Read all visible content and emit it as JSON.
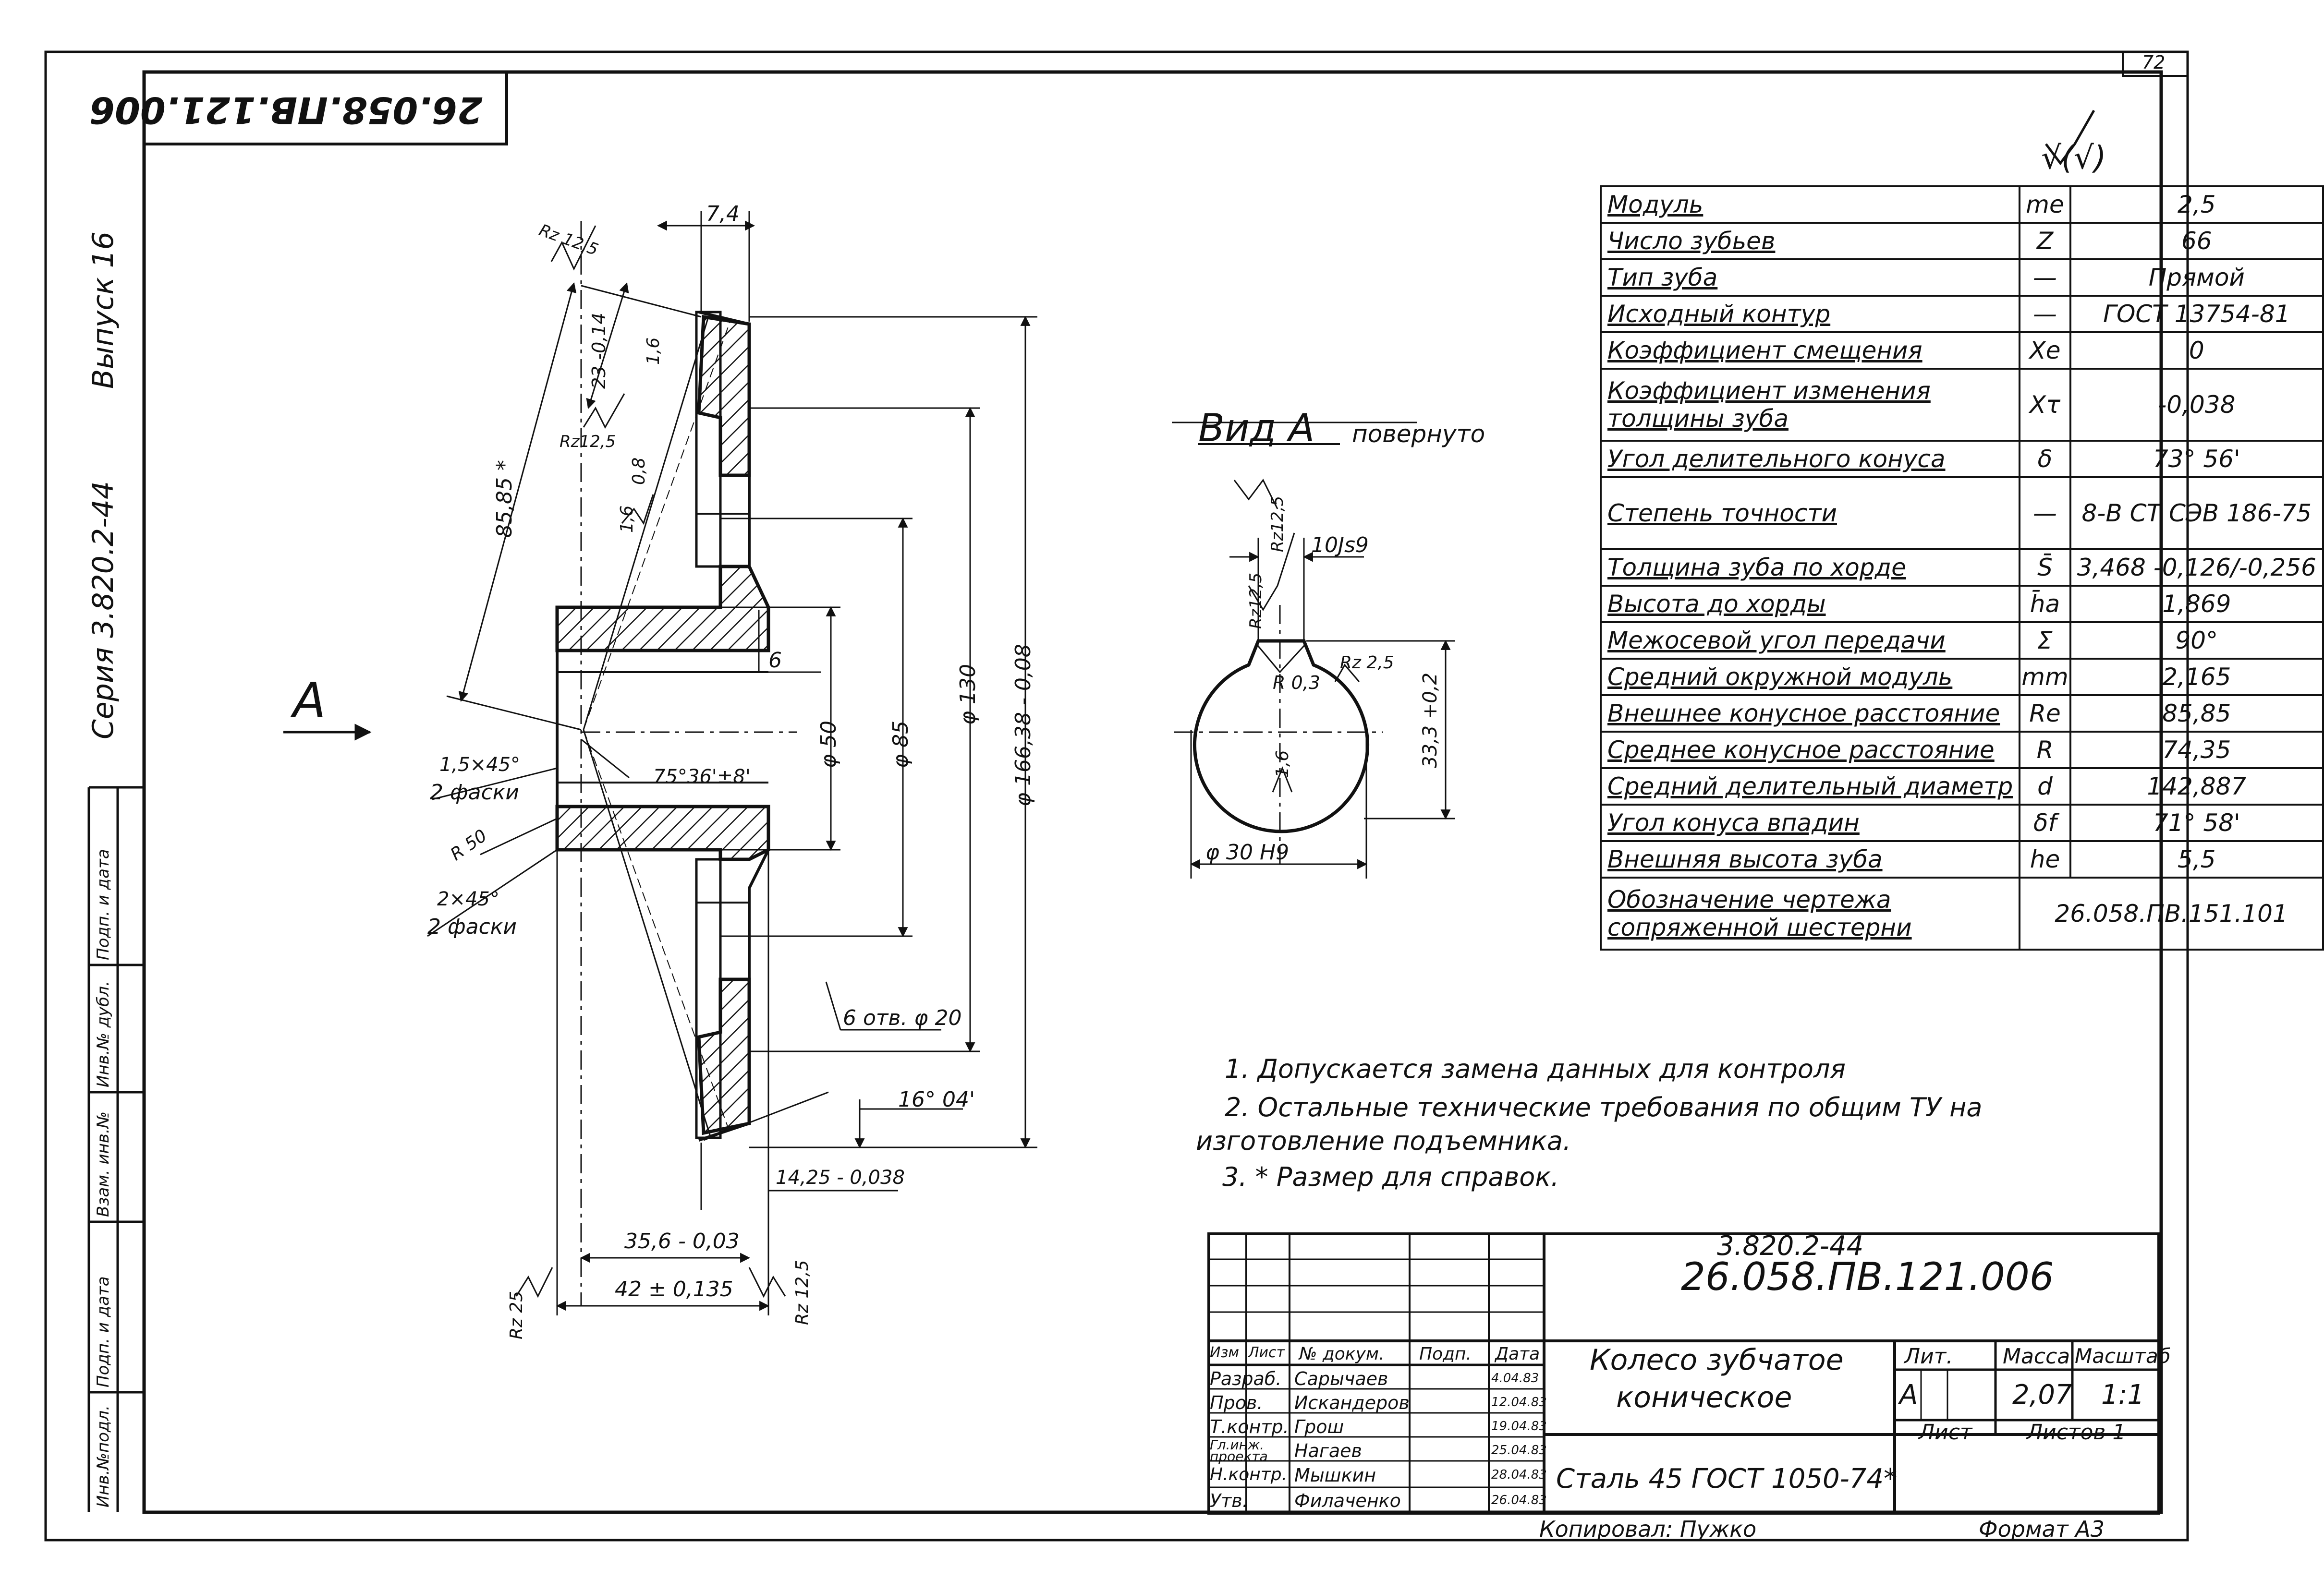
{
  "sheet": {
    "page_number": "72",
    "mirrored_code": "26.058.ПВ.121.006",
    "roughness_corner": "√(√)",
    "series": "Серия 3.820.2-44",
    "issue": "Выпуск 16"
  },
  "side_strip": {
    "labels": [
      "Инв.№подл.",
      "Подп. и дата",
      "Взам. инв.№",
      "Инв.№ дубл.",
      "Подп. и дата"
    ]
  },
  "drawing": {
    "view_marker": "А",
    "view_a_title": "Вид А",
    "view_a_note": "повернуто",
    "dimensions": {
      "d7_4": "7,4",
      "rz12_5_top": "Rz 12,5",
      "d23": "23 -0,14",
      "d1_6a": "1,6",
      "rz12_5b": "Rz12,5",
      "d0_8": "0,8",
      "d1_6b": "1,6",
      "d85_85": "85,85 *",
      "d6": "6",
      "d_phi50": "φ 50",
      "d_phi85": "φ 85",
      "d_phi130": "φ 130",
      "d_phi166": "φ 166,38 - 0,08",
      "chamfer1": "1,5×45°",
      "chamfer1_note": "2 фаски",
      "r50": "R 50",
      "angle": "75°36'±8'",
      "chamfer2": "2×45°",
      "chamfer2_note": "2 фаски",
      "holes": "6 отв. φ 20",
      "angle16": "16° 04'",
      "d14_25": "14,25 - 0,038",
      "d35_6": "35,6 - 0,03",
      "d42": "42 ± 0,135",
      "rz25": "Rz 25",
      "rz12_5_bottom": "Rz 12,5",
      "va_rz12_5a": "Rz12,5",
      "va_rz12_5b": "Rz12,5",
      "va_10js9": "10Js9",
      "va_rz2_5": "Rz 2,5",
      "va_r0_3": "R 0,3",
      "va_33_3": "33,3 +0,2",
      "va_1_6": "1,6",
      "va_phi30": "φ 30 H9"
    }
  },
  "spec_table": {
    "rows": [
      {
        "name": "Модуль",
        "symbol": "me",
        "value": "2,5"
      },
      {
        "name": "Число зубьев",
        "symbol": "Z",
        "value": "66"
      },
      {
        "name": "Тип зуба",
        "symbol": "—",
        "value": "Прямой"
      },
      {
        "name": "Исходный контур",
        "symbol": "—",
        "value": "ГОСТ 13754-81"
      },
      {
        "name": "Коэффициент смещения",
        "symbol": "Xe",
        "value": "0"
      },
      {
        "name": "Коэффициент изменения толщины зуба",
        "symbol": "Xτ",
        "value": "-0,038"
      },
      {
        "name": "Угол делительного конуса",
        "symbol": "δ",
        "value": "73° 56'"
      },
      {
        "name": "Степень точности",
        "symbol": "—",
        "value": "8-В СТ СЭВ 186-75"
      },
      {
        "name": "Толщина зуба по хорде",
        "symbol": "S̄",
        "value": "3,468 -0,126/-0,256"
      },
      {
        "name": "Высота до хорды",
        "symbol": "h̄a",
        "value": "1,869"
      },
      {
        "name": "Межосевой угол передачи",
        "symbol": "Σ",
        "value": "90°"
      },
      {
        "name": "Средний окружной модуль",
        "symbol": "mm",
        "value": "2,165"
      },
      {
        "name": "Внешнее конусное расстояние",
        "symbol": "Re",
        "value": "85,85"
      },
      {
        "name": "Среднее конусное расстояние",
        "symbol": "R",
        "value": "74,35"
      },
      {
        "name": "Средний делительный диаметр",
        "symbol": "d",
        "value": "142,887"
      },
      {
        "name": "Угол конуса впадин",
        "symbol": "δf",
        "value": "71° 58'"
      },
      {
        "name": "Внешняя высота зуба",
        "symbol": "he",
        "value": "5,5"
      },
      {
        "name": "Обозначение чертежа сопряженной шестерни",
        "symbol": "",
        "value": "26.058.ПВ.151.101"
      }
    ]
  },
  "notes": [
    "1. Допускается замена данных для контроля",
    "2. Остальные технические требования по общим ТУ на",
    "изготовление подъемника.",
    "3. * Размер для справок."
  ],
  "title_block": {
    "series_code": "3.820.2-44",
    "doc_code": "26.058.ПВ.121.006",
    "part_name_1": "Колесо зубчатое",
    "part_name_2": "коническое",
    "material": "Сталь 45 ГОСТ 1050-74*",
    "header": {
      "izm": "Изм",
      "list": "Лист",
      "doc": "№ докум.",
      "sign": "Подп.",
      "date": "Дата"
    },
    "col_lit": "Лит.",
    "col_mass": "Масса",
    "col_scale": "Масштаб",
    "lit": "А",
    "mass": "2,07",
    "scale": "1:1",
    "sheet_label": "Лист",
    "sheets_label": "Листов 1",
    "people": [
      {
        "role": "Разраб.",
        "name": "Сарычаев",
        "date": "4.04.83"
      },
      {
        "role": "Пров.",
        "name": "Искандеров",
        "date": "12.04.83"
      },
      {
        "role": "Т.контр.",
        "name": "Грош",
        "date": "19.04.83"
      },
      {
        "role": "Гл.инж. проекта",
        "name": "Нагаев",
        "date": "25.04.83"
      },
      {
        "role": "Н.контр.",
        "name": "Мышкин",
        "date": "28.04.83"
      },
      {
        "role": "Утв.",
        "name": "Филаченко",
        "date": "26.04.83"
      }
    ],
    "copied_by": "Копировал: Пужко",
    "format": "Формат А3"
  }
}
